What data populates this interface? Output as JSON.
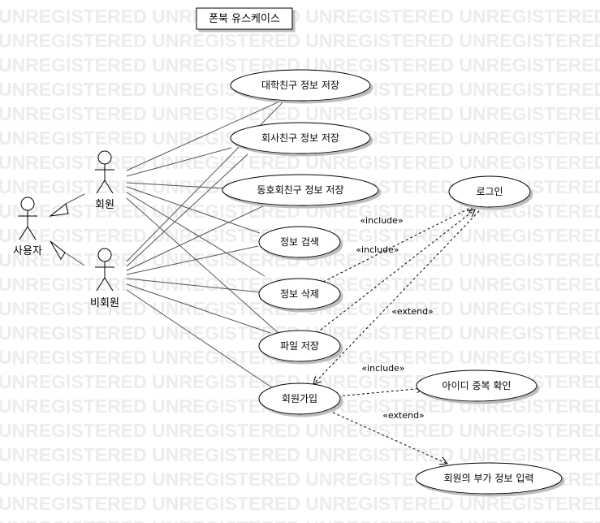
{
  "watermark": "UNREGISTERED",
  "title": "폰북 유스케이스",
  "actors": {
    "user": "사용자",
    "member": "회원",
    "nonmember": "비회원"
  },
  "usecases": {
    "save_univ": "대학친구 정보 저장",
    "save_company": "회사친구 정보 저장",
    "save_club": "동호회친구 정보 저장",
    "search": "정보 검색",
    "delete": "정보 삭제",
    "file_save": "파일 저장",
    "signup": "회원가입",
    "login": "로그인",
    "dup_check": "아이디 중복 확인",
    "extra_info": "회원의 부가 정보 입력"
  },
  "stereotypes": {
    "include": "«include»",
    "extend": "«extend»"
  }
}
